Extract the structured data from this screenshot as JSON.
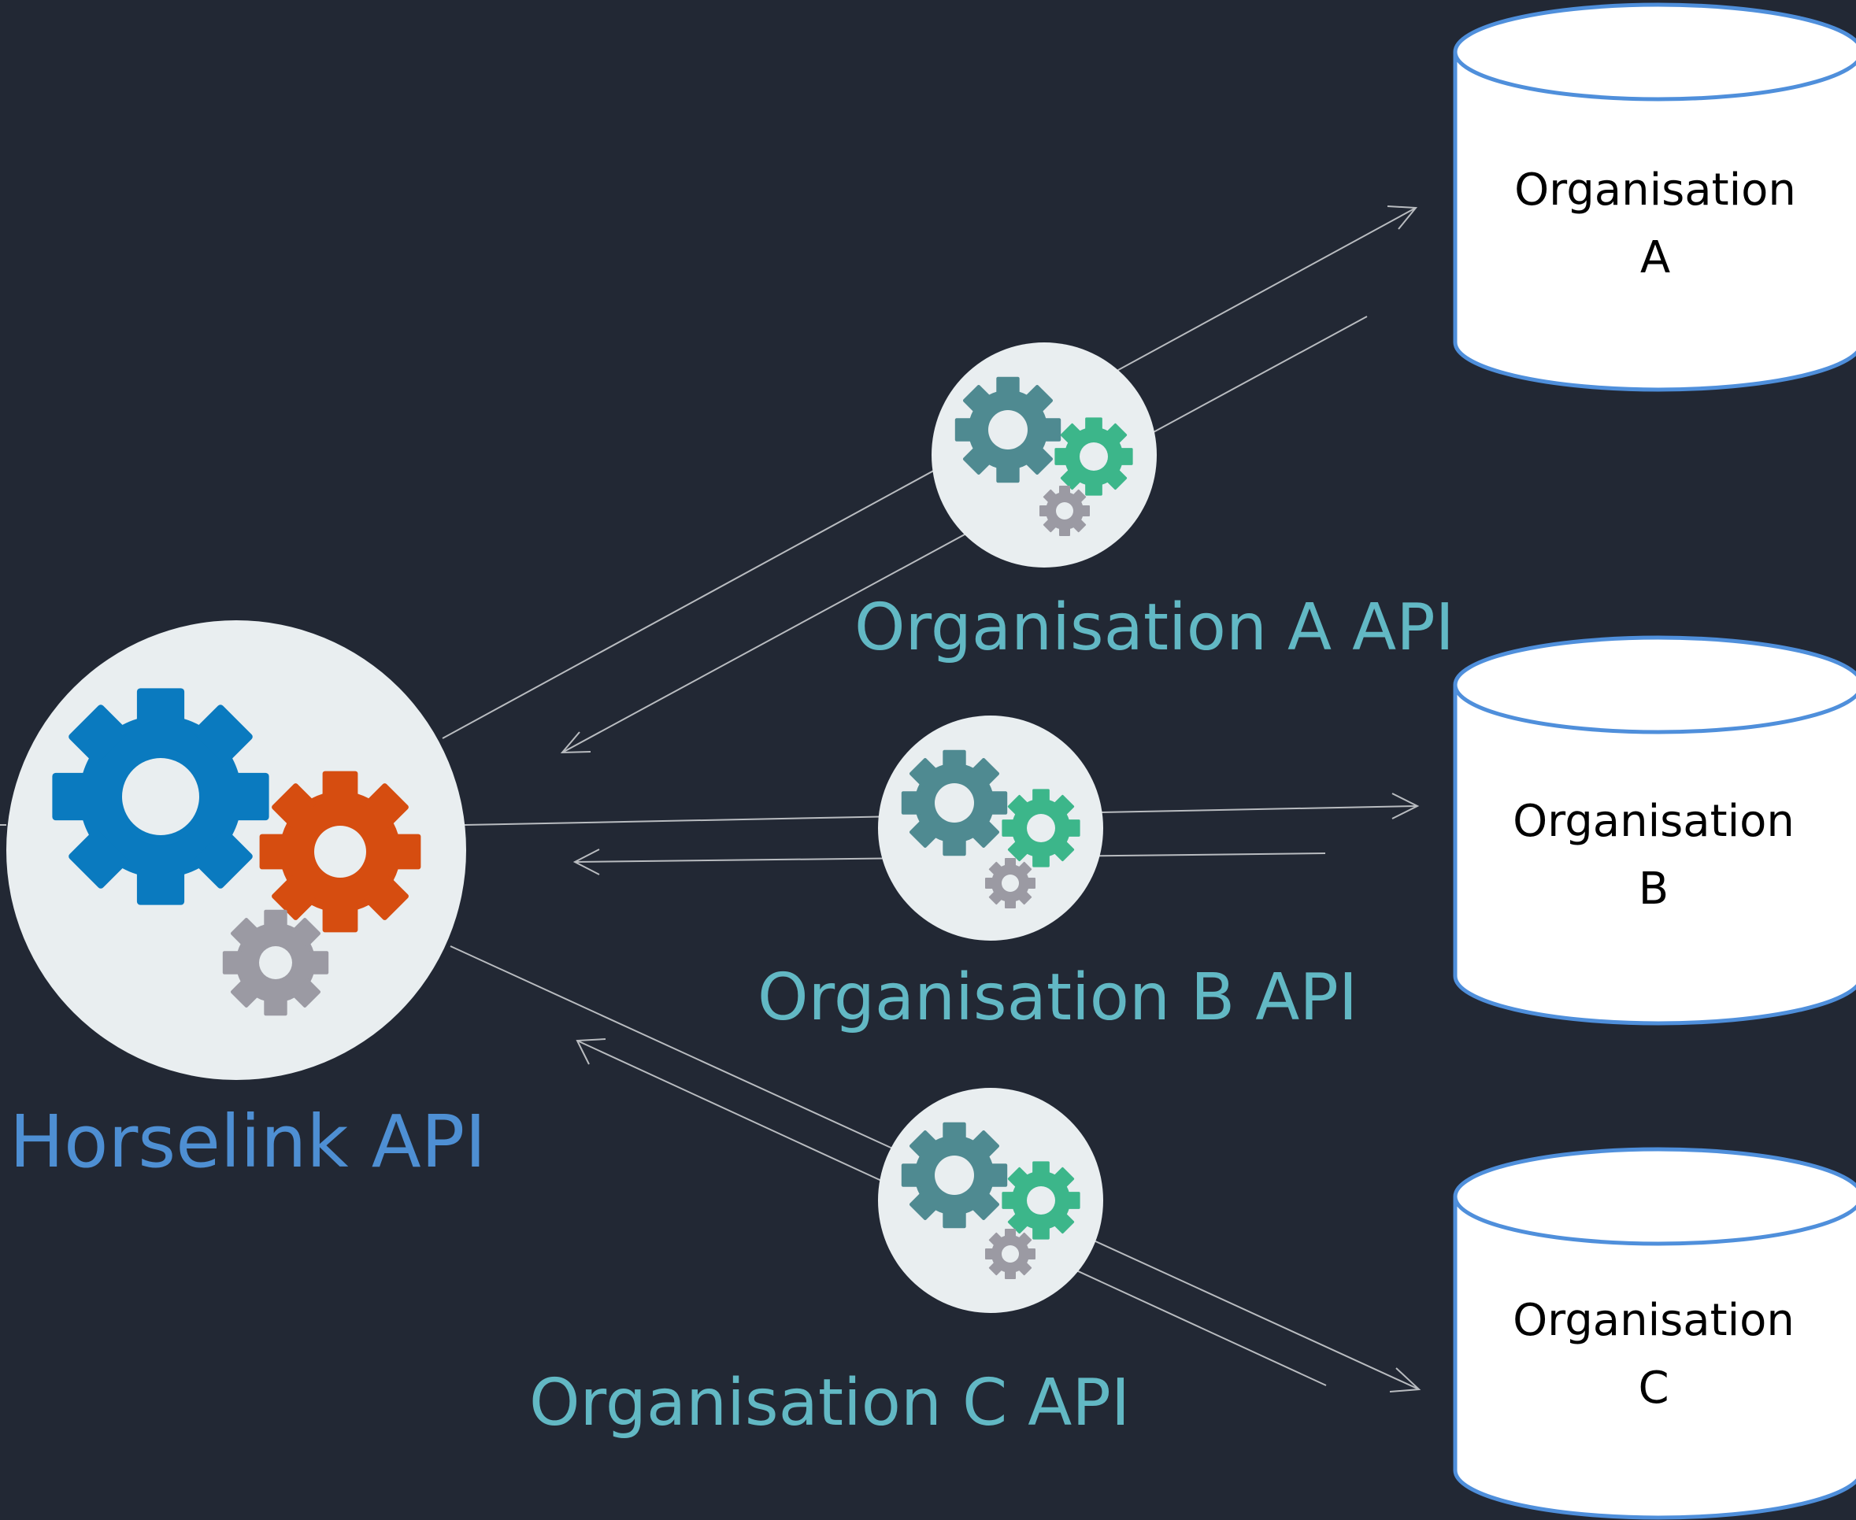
{
  "colors": {
    "background": "#222834",
    "connector": "#b9bcc0",
    "circle_fill": "#e9eef0",
    "main_label": "#4e8fd3",
    "org_api_label": "#62b8c4",
    "db_fill": "#ffffff",
    "db_stroke": "#4f8fdb",
    "gear_blue": "#0a7abf",
    "gear_orange": "#d64d10",
    "gear_gray": "#9b9aa3",
    "gear_teal": "#4f8a91",
    "gear_green": "#3cb68a"
  },
  "hub": {
    "label": "Horselink API",
    "icon": "gears-icon"
  },
  "org_apis": [
    {
      "label": "Organisation A API",
      "icon": "gears-icon"
    },
    {
      "label": "Organisation B API",
      "icon": "gears-icon"
    },
    {
      "label": "Organisation C API",
      "icon": "gears-icon"
    }
  ],
  "databases": [
    {
      "line1": "Organisation",
      "line2": "A"
    },
    {
      "line1": "Organisation",
      "line2": "B"
    },
    {
      "line1": "Organisation",
      "line2": "C"
    }
  ]
}
